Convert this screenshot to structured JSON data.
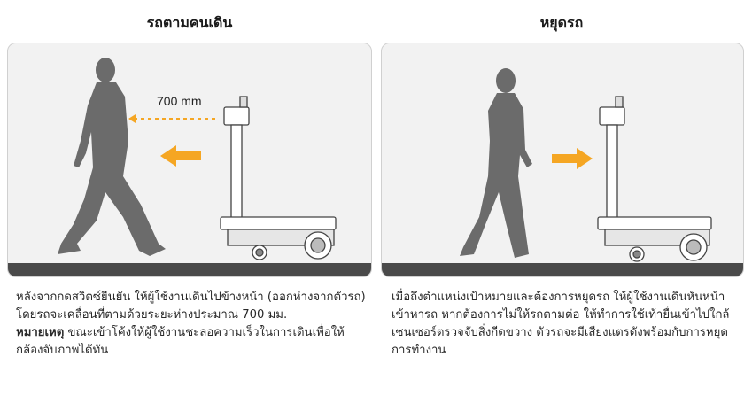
{
  "left": {
    "title": "รถตามคนเดิน",
    "distance_label": "700 mm",
    "description": "หลังจากกดสวิตซ์ยืนยัน ให้ผู้ใช้งานเดินไปข้างหน้า (ออกห่างจากตัวรถ) โดยรถจะเคลื่อนที่ตามด้วยระยะห่างประมาณ 700 มม.",
    "note_label": "หมายเหตุ",
    "note_text": " ขณะเข้าโค้งให้ผู้ใช้งานชะลอความเร็วในการเดินเพื่อให้กล้องจับภาพได้ทัน"
  },
  "right": {
    "title": "หยุดรถ",
    "description": "เมื่อถึงตำแหน่งเป้าหมายและต้องการหยุดรถ ให้ผู้ใช้งานเดินหันหน้าเข้าหารถ หากต้องการไม่ให้รถตามต่อ ให้ทำการใช้เท้ายื่นเข้าไปใกล้เซนเซอร์ตรวจจับสิ่งกีดขวาง ตัวรถจะมีเสียงแตรดังพร้อมกับการหยุดการทำงาน"
  },
  "colors": {
    "arrow": "#f5a623",
    "silhouette": "#6b6b6b",
    "floor": "#4a4a4a",
    "panel_bg": "#f2f2f2"
  }
}
